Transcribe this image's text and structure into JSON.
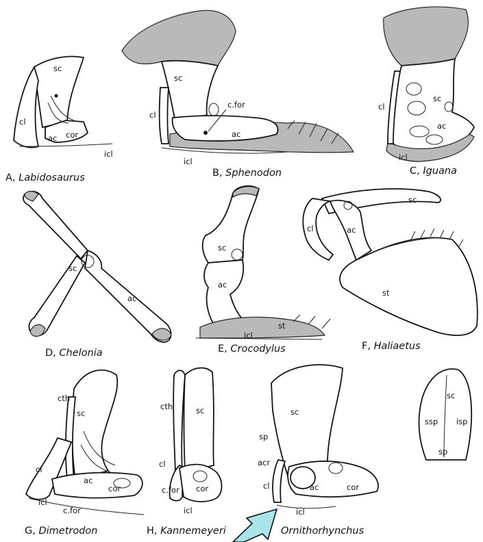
{
  "panels": [
    {
      "id": "A",
      "caption_letter": "A,",
      "caption_name": "Labidosaurus",
      "labels": [
        "sc",
        "cl",
        "ac",
        "cor",
        "icl"
      ]
    },
    {
      "id": "B",
      "caption_letter": "B,",
      "caption_name": "Sphenodon",
      "labels": [
        "sc",
        "c.for",
        "cl",
        "ac",
        "icl"
      ]
    },
    {
      "id": "C",
      "caption_letter": "C,",
      "caption_name": "Iguana",
      "labels": [
        "sc",
        "cl",
        "ac",
        "icl"
      ]
    },
    {
      "id": "D",
      "caption_letter": "D,",
      "caption_name": "Chelonia",
      "labels": [
        "sc",
        "ac"
      ]
    },
    {
      "id": "E",
      "caption_letter": "E,",
      "caption_name": "Crocodylus",
      "labels": [
        "sc",
        "ac",
        "st",
        "icl"
      ]
    },
    {
      "id": "F",
      "caption_letter": "F,",
      "caption_name": "Haliaetus",
      "labels": [
        "sc",
        "cl",
        "ac",
        "st"
      ]
    },
    {
      "id": "G",
      "caption_letter": "G,",
      "caption_name": "Dimetrodon",
      "labels": [
        "cth",
        "sc",
        "cl",
        "ac",
        "cor",
        "icl",
        "c.for"
      ]
    },
    {
      "id": "H",
      "caption_letter": "H,",
      "caption_name": "Kannemeyeri",
      "labels": [
        "cth",
        "sc",
        "cl",
        "c.for",
        "cor",
        "icl"
      ]
    },
    {
      "id": "I",
      "caption_letter": "",
      "caption_name": "Ornithorhynchus",
      "labels": [
        "sc",
        "sp",
        "acr",
        "cl",
        "ac",
        "cor",
        "icl"
      ]
    },
    {
      "id": "J",
      "caption_letter": "",
      "caption_name": "",
      "labels": [
        "sc",
        "ssp",
        "isp",
        "sp"
      ]
    }
  ],
  "colors": {
    "hatch": "#b9b9b9",
    "ink": "#151515",
    "arrow": "#a9e4ea"
  }
}
